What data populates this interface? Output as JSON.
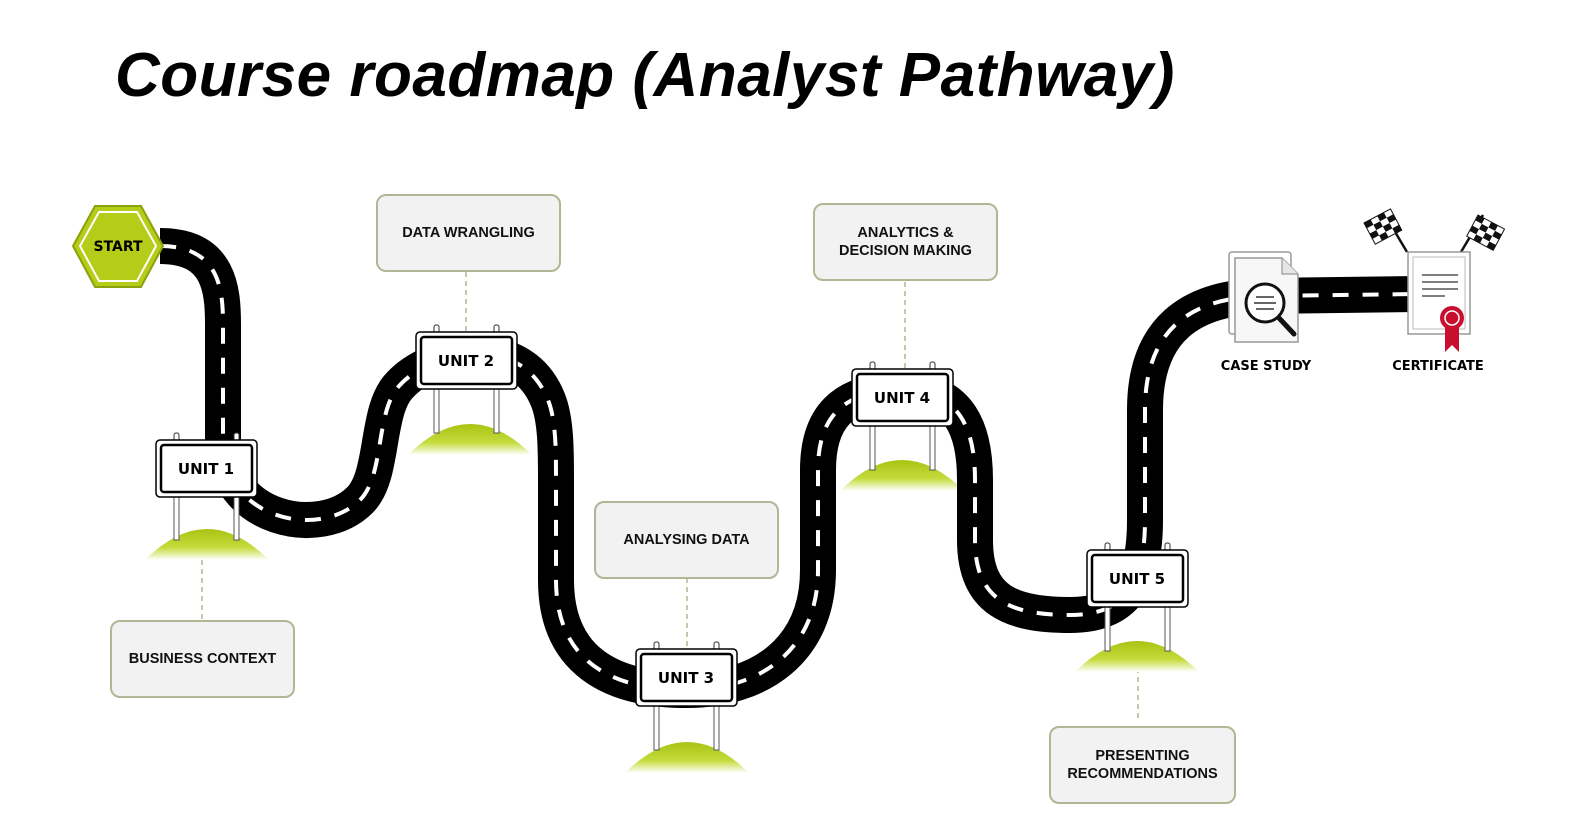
{
  "title": "Course roadmap (Analyst Pathway)",
  "start": {
    "label": "START"
  },
  "units": [
    {
      "label": "UNIT 1",
      "topic": "BUSINESS CONTEXT"
    },
    {
      "label": "UNIT 2",
      "topic": "DATA WRANGLING"
    },
    {
      "label": "UNIT 3",
      "topic": "ANALYSING DATA"
    },
    {
      "label": "UNIT 4",
      "topic": "ANALYTICS &\nDECISION MAKING"
    },
    {
      "label": "UNIT 5",
      "topic": "PRESENTING\nRECOMMENDATIONS"
    }
  ],
  "finish": [
    {
      "label": "CASE STUDY",
      "icon": "magnifier-document-icon"
    },
    {
      "label": "CERTIFICATE",
      "icon": "certificate-icon"
    }
  ],
  "finish_flags_icon": "checkered-flags-icon",
  "colors": {
    "road": "#000000",
    "road_marking": "#ffffff",
    "hill": "#b5cc18",
    "start_sign": "#b5cc18",
    "topic_box_fill": "#f2f2f2",
    "topic_box_border": "#b3b594",
    "connector": "#b3b594",
    "ribbon": "#c8102e"
  }
}
